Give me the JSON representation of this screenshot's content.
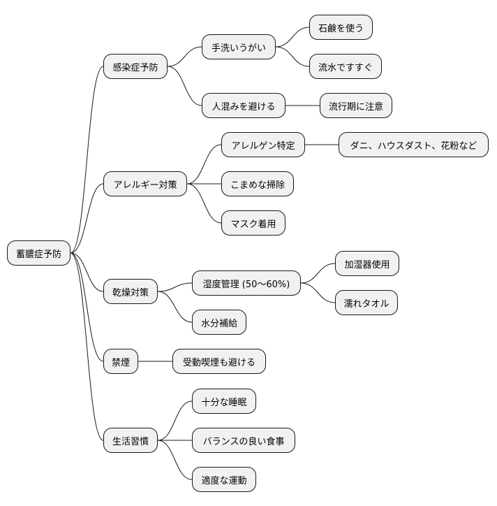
{
  "mindmap": {
    "root": "蓄膿症予防",
    "branches": [
      {
        "label": "感染症予防",
        "children": [
          {
            "label": "手洗いうがい",
            "children": [
              {
                "label": "石鹸を使う"
              },
              {
                "label": "流水ですすぐ"
              }
            ]
          },
          {
            "label": "人混みを避ける",
            "children": [
              {
                "label": "流行期に注意"
              }
            ]
          }
        ]
      },
      {
        "label": "アレルギー対策",
        "children": [
          {
            "label": "アレルゲン特定",
            "children": [
              {
                "label": "ダニ、ハウスダスト、花粉など"
              }
            ]
          },
          {
            "label": "こまめな掃除"
          },
          {
            "label": "マスク着用"
          }
        ]
      },
      {
        "label": "乾燥対策",
        "children": [
          {
            "label": "湿度管理 (50〜60%)",
            "children": [
              {
                "label": "加湿器使用"
              },
              {
                "label": "濡れタオル"
              }
            ]
          },
          {
            "label": "水分補給"
          }
        ]
      },
      {
        "label": "禁煙",
        "children": [
          {
            "label": "受動喫煙も避ける"
          }
        ]
      },
      {
        "label": "生活習慣",
        "children": [
          {
            "label": "十分な睡眠"
          },
          {
            "label": "バランスの良い食事"
          },
          {
            "label": "適度な運動"
          }
        ]
      }
    ]
  }
}
